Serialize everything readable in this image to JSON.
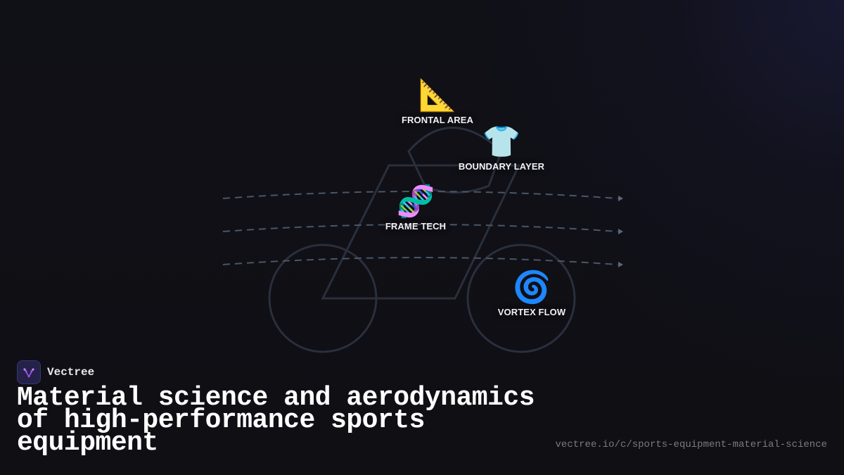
{
  "diagram": {
    "nodes": [
      {
        "id": "frontal-area",
        "icon": "triangular-ruler-icon",
        "emoji": "📐",
        "label": "FRONTAL AREA"
      },
      {
        "id": "boundary-layer",
        "icon": "t-shirt-icon",
        "emoji": "👕",
        "label": "BOUNDARY LAYER"
      },
      {
        "id": "frame-tech",
        "icon": "dna-icon",
        "emoji": "🧬",
        "label": "FRAME TECH"
      },
      {
        "id": "vortex-flow",
        "icon": "cyclone-icon",
        "emoji": "🌀",
        "label": "VORTEX FLOW"
      }
    ],
    "flow_lines": 3,
    "colors": {
      "bike_stroke": "#2a2f3d",
      "flow_stroke": "#4a5668",
      "arrow_fill": "#5c6778"
    }
  },
  "brand": {
    "name": "Vectree",
    "accent": "#a855f7"
  },
  "title": "Material science and aerodynamics of high-performance sports equipment",
  "footer": {
    "url": "vectree.io/c/sports-equipment-material-science"
  }
}
